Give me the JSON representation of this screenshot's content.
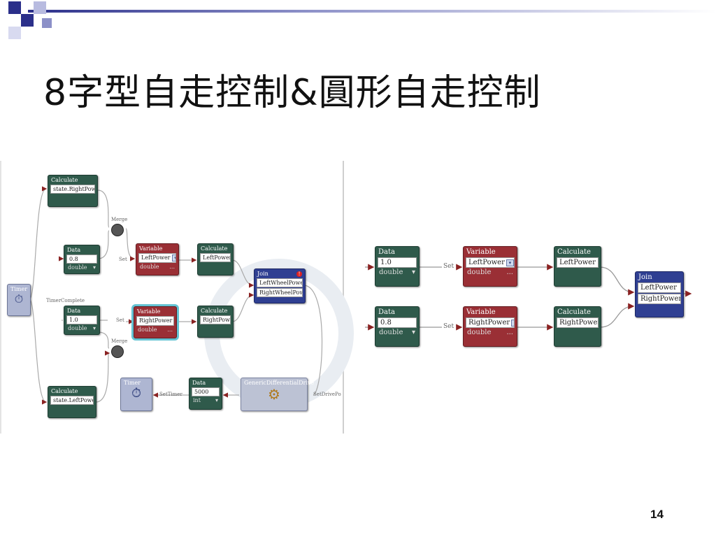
{
  "slide": {
    "title": "8字型自走控制&圓形自走控制",
    "page_number": "14",
    "accent_color": "#2b2f8a"
  },
  "left_diagram": {
    "calc_top": {
      "header": "Calculate",
      "field": "state.RightPower"
    },
    "merge_top": {
      "label": "Merge"
    },
    "data1": {
      "header": "Data",
      "value": "0.8",
      "type": "double"
    },
    "var1": {
      "header": "Variable",
      "value": "LeftPower",
      "type": "double",
      "more": "..."
    },
    "calc1": {
      "header": "Calculate",
      "field": "LeftPower"
    },
    "join": {
      "header": "Join",
      "field1": "LeftWheelPower",
      "field2": "RightWheelPower"
    },
    "timer": {
      "header": "Timer"
    },
    "timer_complete_label": "TimerComplete",
    "data2": {
      "header": "Data",
      "value": "1.0",
      "type": "double"
    },
    "var2": {
      "header": "Variable",
      "value": "RightPower",
      "type": "double",
      "more": "..."
    },
    "calc2": {
      "header": "Calculate",
      "field": "RightPower"
    },
    "merge_bottom": {
      "label": "Merge"
    },
    "calc_bottom": {
      "header": "Calculate",
      "field": "state.LeftPower"
    },
    "timer2": {
      "header": "Timer"
    },
    "set_timer_label": "SetTimer",
    "data3": {
      "header": "Data",
      "value": "5000",
      "type": "int"
    },
    "gdd": {
      "header": "GenericDifferentialDrive"
    },
    "set_drive_label": "SetDrivePo",
    "set_label": "Set"
  },
  "right_diagram": {
    "data1": {
      "header": "Data",
      "value": "1.0",
      "type": "double"
    },
    "var1": {
      "header": "Variable",
      "value": "LeftPower",
      "type": "double",
      "more": "..."
    },
    "calc1": {
      "header": "Calculate",
      "field": "LeftPower"
    },
    "data2": {
      "header": "Data",
      "value": "0.8",
      "type": "double"
    },
    "var2": {
      "header": "Variable",
      "value": "RightPower",
      "type": "double",
      "more": "..."
    },
    "calc2": {
      "header": "Calculate",
      "field": "RightPower"
    },
    "join": {
      "header": "Join",
      "field1": "LeftPower",
      "field2": "RightPower"
    },
    "set_label": "Set"
  }
}
